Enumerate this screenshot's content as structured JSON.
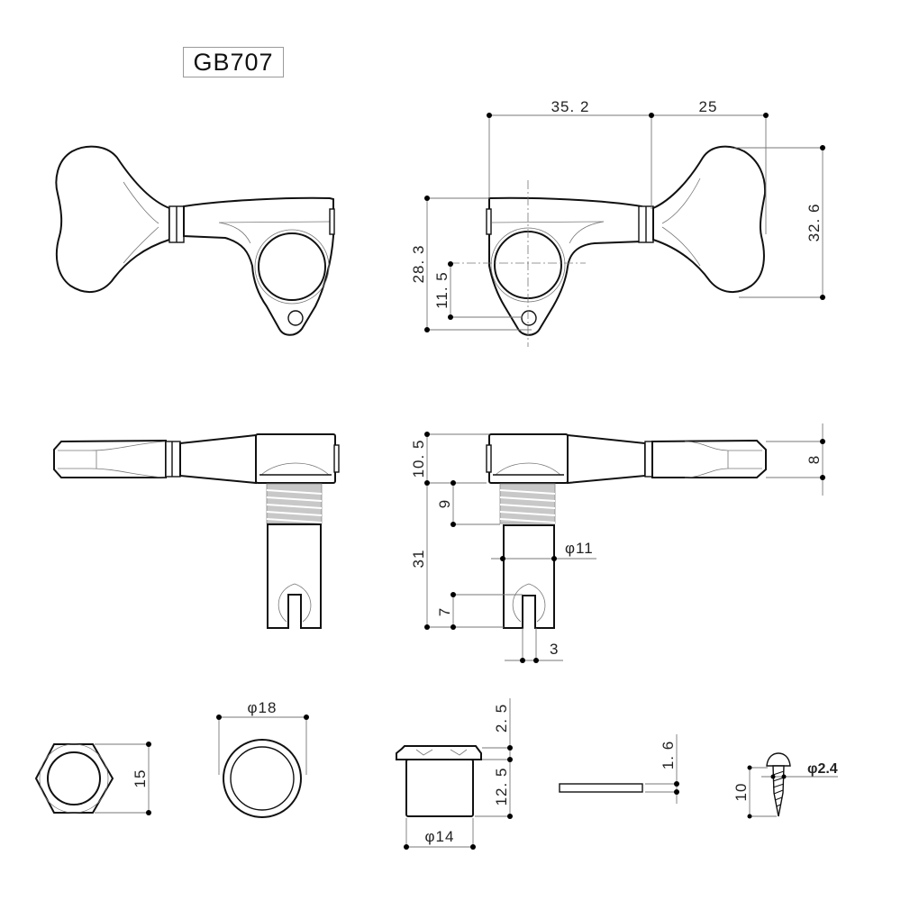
{
  "title": "GB707",
  "views": {
    "front_left": {
      "name": "tuner-front-view-left"
    },
    "front_right": {
      "name": "tuner-front-view-right",
      "dimensions": {
        "overall_width_body": "35. 2",
        "knob_length": "25",
        "knob_height": "32. 6",
        "body_height": "28. 3",
        "post_to_screw_hole": "11. 5"
      }
    },
    "side_left": {
      "name": "tuner-side-view-left"
    },
    "side_right": {
      "name": "tuner-side-view-right",
      "dimensions": {
        "housing_height": "10. 5",
        "knob_thickness": "8",
        "thread_length": "9",
        "post_length": "31",
        "post_diameter": "φ11",
        "slot_depth": "7",
        "slot_width": "3"
      }
    }
  },
  "parts": {
    "hex_nut": {
      "dimension": "15"
    },
    "washer": {
      "dimension": "φ18"
    },
    "bushing": {
      "flange_height": "2. 5",
      "body_height": "12. 5",
      "diameter": "φ14"
    },
    "plate": {
      "thickness": "1. 6"
    },
    "screw": {
      "length": "10",
      "diameter": "φ2.4"
    }
  },
  "colors": {
    "line": "#111111",
    "dimension_line": "#777777",
    "background": "#ffffff"
  }
}
